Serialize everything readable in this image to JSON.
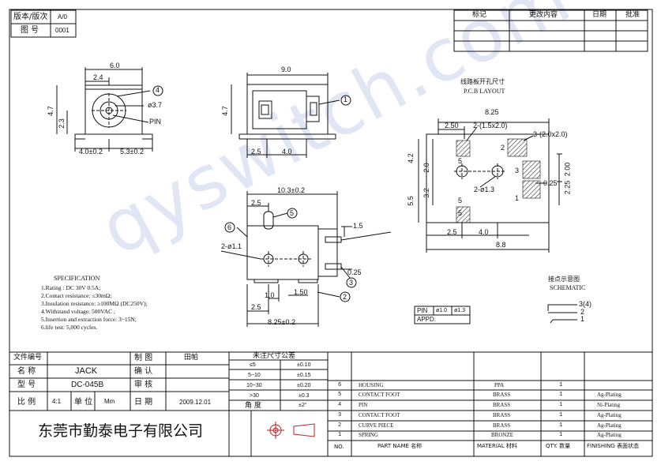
{
  "header": {
    "version_label": "版本/版次",
    "version_value": "A/0",
    "drawing_no_label": "图 号",
    "drawing_no_value": "0001"
  },
  "revision_table": {
    "columns": [
      "标记",
      "更改内容",
      "日期",
      "批准"
    ]
  },
  "front_view": {
    "dim_width": "6.0",
    "dim_offset": "2.4",
    "dim_height": "4.7",
    "dim_lower": "2.3",
    "dim_left_bottom": "4.0±0.2",
    "dim_right_bottom": "5.3±0.2",
    "hole_dia": "ø3.7",
    "pin_label": "PIN",
    "balloon": "4"
  },
  "side_view": {
    "dim_length": "9.0",
    "dim_height": "4.7",
    "dim_a": "2.5",
    "dim_b": "4.0",
    "balloon": "1"
  },
  "bottom_view": {
    "dim_length": "10.3±0.2",
    "dim_top_left": "2.5",
    "hole_label": "2-ø1.1",
    "dim_right": "1.5",
    "dim_bottom_a": "1.0",
    "dim_bottom_b": "1.50",
    "dim_bottom_c": "2.5",
    "dim_overall": "8.25±0.2",
    "dim_small": "0.25",
    "balloons": [
      "6",
      "5",
      "3",
      "2"
    ]
  },
  "pcb_layout": {
    "title_cn": "线路板开孔尺寸",
    "title_en": "P.C.B LAYOUT",
    "dim_top": "8.25",
    "dim_pad_offset": "2.50",
    "pad_label_a": "2-(1.5x2.0)",
    "pad_label_b": "3-(2.0x2.0)",
    "hole_label": "2-ø1.3",
    "dim_left_a": "4.2",
    "dim_left_b": "2.0",
    "dim_left_c": "5.5",
    "dim_left_d": "3.2",
    "dim_right_a": "2.00",
    "dim_right_b": "2.25",
    "dim_right_c": "0.25",
    "dim_bottom_a": "2.5",
    "dim_bottom_b": "4.0",
    "dim_bottom_overall": "8.8",
    "pin_numbers": [
      "5",
      "2",
      "3",
      "5",
      "1",
      "5"
    ]
  },
  "schematic": {
    "title_cn": "接点示意图",
    "title_en": "SCHEMATIC",
    "pins": [
      "3(4)",
      "2",
      "1"
    ]
  },
  "specification": {
    "title": "SPECIFICATION",
    "lines": [
      "1.Rating : DC 30V 0.5A;",
      "2.Contact resistance: ≤30mΩ;",
      "3.Insulation resistance: ≥100MΩ (DC250V);",
      "4.Withstand voltage: 500VAC ;",
      "5.Insertion and extraction force: 3~15N;",
      "6.life test: 5,000 cycles."
    ]
  },
  "pin_dia_table": {
    "c1": "PIN",
    "c2": "ø1.0",
    "c3": "ø1.3",
    "c4": "APPD."
  },
  "title_block": {
    "file_no_label": "文件编号",
    "name_label": "名 称",
    "name_value": "JACK",
    "model_label": "型 号",
    "model_value": "DC-045B",
    "scale_label": "比 例",
    "scale_value": "4:1",
    "unit_label": "单 位",
    "unit_value": "Mm",
    "draw_label": "制 图",
    "draw_value": "田帕",
    "confirm_label": "确 认",
    "review_label": "审 核",
    "date_label": "日 期",
    "date_value": "2009.12.01",
    "company": "东莞市勤泰电子有限公司"
  },
  "tolerance_table": {
    "title": "未注尺寸公差",
    "rows": [
      {
        "range": "≤5",
        "tol": "±0.10"
      },
      {
        "range": "5~10",
        "tol": "±0.15"
      },
      {
        "range": "10~30",
        "tol": "±0.20"
      },
      {
        "range": ">30",
        "tol": "±0.3"
      },
      {
        "range": "角 度",
        "tol": "±2°"
      }
    ]
  },
  "parts_table": {
    "headers": [
      "NO.",
      "PART NAME 名称",
      "MATERIAL 材料",
      "QTY. 数量",
      "FINISHING 表面状态"
    ],
    "rows": [
      {
        "no": "6",
        "name": "HOUSING",
        "material": "PPA",
        "qty": "1",
        "finish": ""
      },
      {
        "no": "5",
        "name": "CONTACT FOOT",
        "material": "BRASS",
        "qty": "1",
        "finish": "Ag-Plating"
      },
      {
        "no": "4",
        "name": "PIN",
        "material": "BRASS",
        "qty": "1",
        "finish": "Ni-Plating"
      },
      {
        "no": "3",
        "name": "CONTACT FOOT",
        "material": "BRASS",
        "qty": "1",
        "finish": "Ag-Plating"
      },
      {
        "no": "2",
        "name": "CURVE PIECE",
        "material": "BRASS",
        "qty": "1",
        "finish": "Ag-Plating"
      },
      {
        "no": "1",
        "name": "SPRING",
        "material": "BRONZE",
        "qty": "1",
        "finish": "Ag-Plating"
      }
    ]
  },
  "watermark": "qyswitch.com"
}
